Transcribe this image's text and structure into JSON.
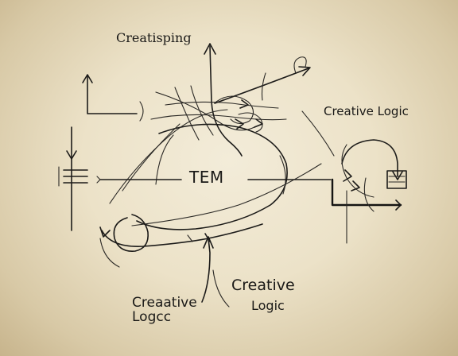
{
  "labels": {
    "top": "Creatisping",
    "right": "Creative Logic",
    "center": "TEM",
    "bottom_left": [
      "Creaative",
      "Logcc"
    ],
    "bottom_right": [
      "Creative",
      "Logic"
    ]
  },
  "colors": {
    "paper": "#ece2c8",
    "ink": "#1c1b19"
  }
}
